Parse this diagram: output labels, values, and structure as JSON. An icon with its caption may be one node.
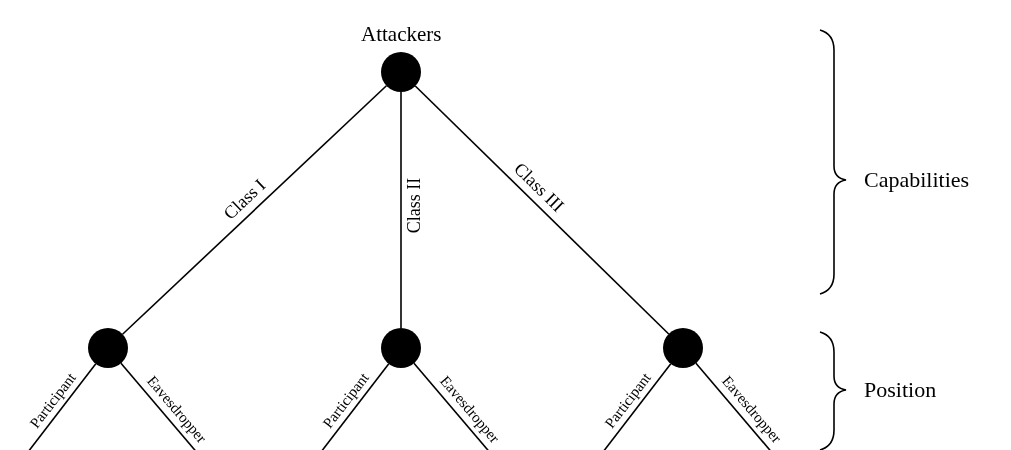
{
  "diagram": {
    "nodes": [
      {
        "text": [
          "Attackers"
        ]
      },
      {
        "text": [],
        "shape": "circle"
      },
      {
        "text": [],
        "shape": "circle"
      },
      {
        "text": [],
        "shape": "circle"
      }
    ],
    "edges": [
      {
        "from": 0,
        "to": 1,
        "arrow": "none",
        "label": "Class I"
      },
      {
        "from": 0,
        "to": 2,
        "arrow": "none",
        "label": "Class II"
      },
      {
        "from": 0,
        "to": 3,
        "arrow": "none",
        "label": "Class III"
      },
      {
        "from": 1,
        "to": null,
        "arrow": "none",
        "label": "Participant"
      },
      {
        "from": 1,
        "to": null,
        "arrow": "none",
        "label": "Eavesdropper"
      },
      {
        "from": 2,
        "to": null,
        "arrow": "none",
        "label": "Participant"
      },
      {
        "from": 2,
        "to": null,
        "arrow": "none",
        "label": "Eavesdropper"
      },
      {
        "from": 3,
        "to": null,
        "arrow": "none",
        "label": "Participant"
      },
      {
        "from": 3,
        "to": null,
        "arrow": "none",
        "label": "Eavesdropper"
      }
    ],
    "labels": [
      "Capabilities",
      "Position"
    ]
  }
}
